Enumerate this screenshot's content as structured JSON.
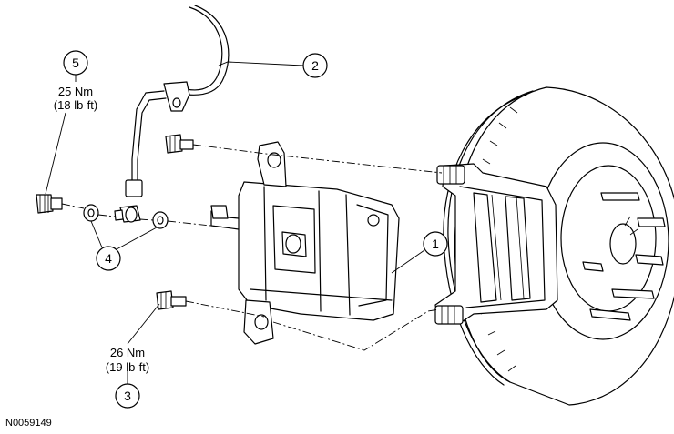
{
  "callouts": [
    {
      "id": "c1",
      "number": "1"
    },
    {
      "id": "c2",
      "number": "2"
    },
    {
      "id": "c3",
      "number": "3"
    },
    {
      "id": "c4",
      "number": "4"
    },
    {
      "id": "c5",
      "number": "5"
    }
  ],
  "torque_specs": {
    "bolt_5": {
      "metric": "25 Nm",
      "imperial": "(18 lb-ft)"
    },
    "bolt_3": {
      "metric": "26 Nm",
      "imperial": "(19 lb-ft)"
    }
  },
  "figure_id": "N0059149"
}
